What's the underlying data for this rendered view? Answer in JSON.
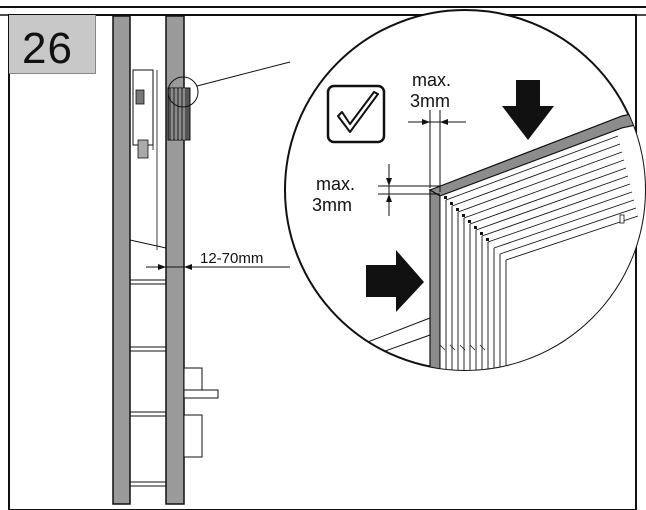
{
  "step": {
    "number": "26"
  },
  "callouts": {
    "gap_horizontal": {
      "label": "max.",
      "value": "3mm"
    },
    "gap_vertical": {
      "label": "max.",
      "value": "3mm"
    },
    "wall_distance": "12-70mm"
  },
  "icons": {
    "approval": "checkmark-approved-icon",
    "arrows": "push-arrow-icon"
  },
  "colors": {
    "panel_gray": "#8c8c8c",
    "step_box": "#c8c8c8",
    "wall_gray": "#9a9a9a",
    "line": "#111111"
  }
}
